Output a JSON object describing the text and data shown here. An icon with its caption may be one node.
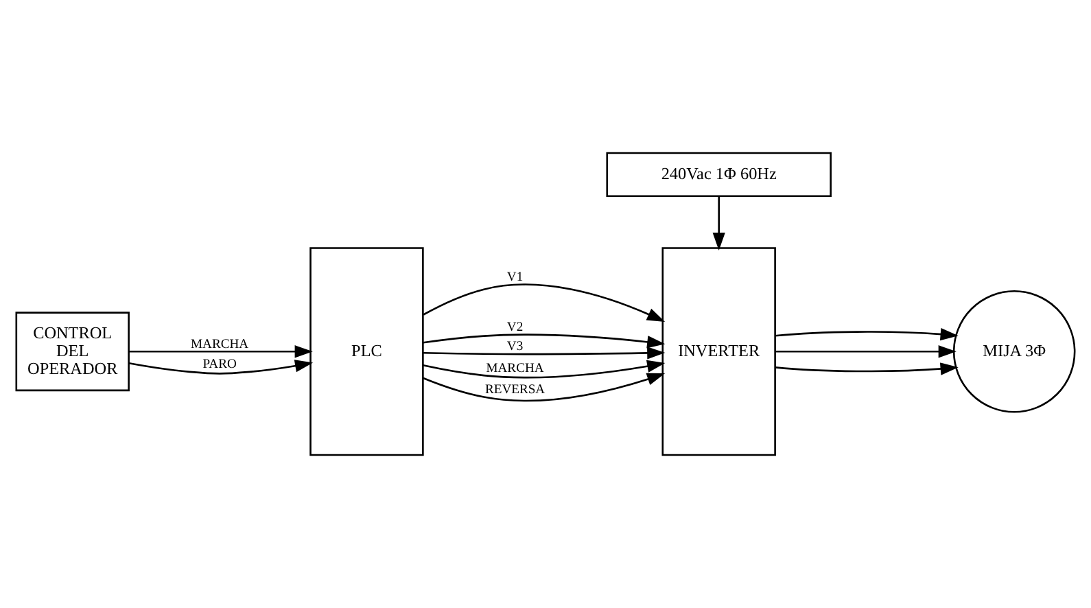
{
  "diagram": {
    "nodes": [
      {
        "text": [
          "240Vac 1Φ 60Hz"
        ]
      },
      {
        "text": [
          "CONTROL DEL OPERADOR"
        ]
      },
      {
        "text": [
          "PLC"
        ]
      },
      {
        "text": [
          "INVERTER"
        ]
      },
      {
        "text": [
          "MIJA 3Φ"
        ]
      }
    ],
    "edges": [
      {
        "from": 0,
        "to": 3,
        "arrow": "to"
      },
      {
        "from": 1,
        "to": 2,
        "arrow": "to",
        "label": "MARCHA"
      },
      {
        "from": 1,
        "to": 2,
        "arrow": "to",
        "label": "PARO"
      },
      {
        "from": 2,
        "to": 3,
        "arrow": "to",
        "label": "V1"
      },
      {
        "from": 2,
        "to": 3,
        "arrow": "to",
        "label": "V2"
      },
      {
        "from": 2,
        "to": 3,
        "arrow": "to",
        "label": "V3"
      },
      {
        "from": 2,
        "to": 3,
        "arrow": "to",
        "label": "MARCHA"
      },
      {
        "from": 2,
        "to": 3,
        "arrow": "to",
        "label": "REVERSA"
      },
      {
        "from": 3,
        "to": 4,
        "arrow": "to"
      },
      {
        "from": 3,
        "to": 4,
        "arrow": "to"
      },
      {
        "from": 3,
        "to": 4,
        "arrow": "to"
      }
    ]
  }
}
